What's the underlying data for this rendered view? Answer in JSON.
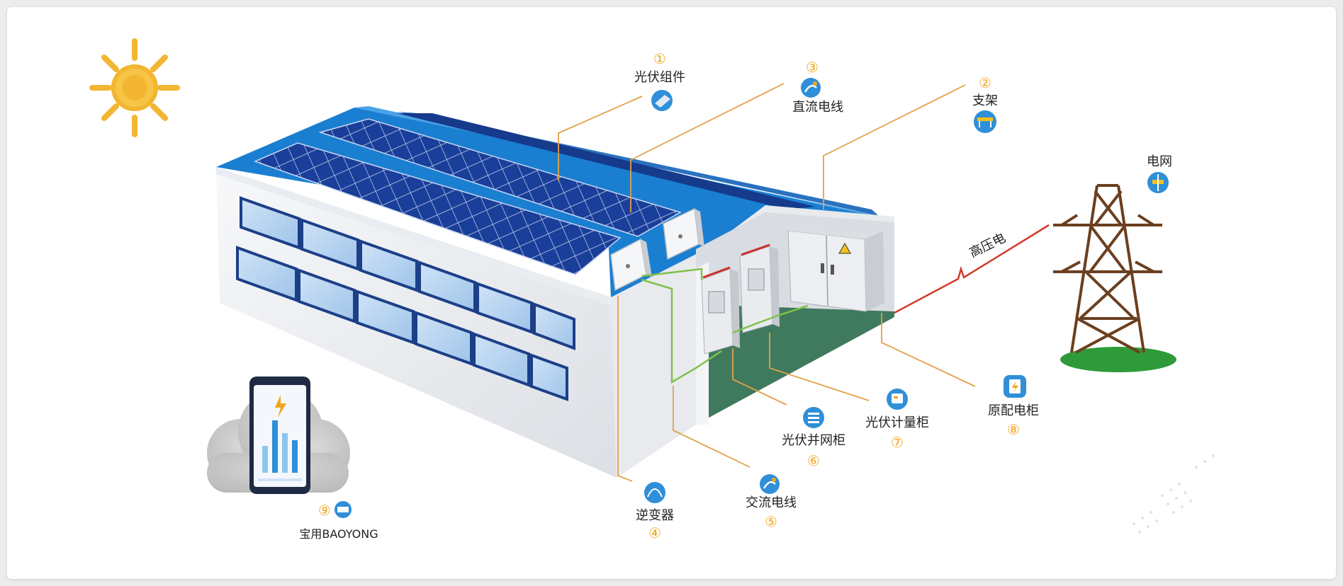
{
  "labels": {
    "pv_modules": "光伏组件",
    "dc_cable": "直流电线",
    "bracket": "支架",
    "grid": "电网",
    "high_voltage": "高压电",
    "inverter": "逆变器",
    "ac_cable": "交流电线",
    "grid_cabinet": "光伏并网柜",
    "metering_cabinet": "光伏计量柜",
    "distribution_cabinet": "原配电柜",
    "brand": "宝用BAOYONG"
  },
  "numbers": {
    "pv_modules": "①",
    "bracket": "②",
    "dc_cable": "③",
    "inverter": "④",
    "ac_cable": "⑤",
    "grid_cabinet": "⑥",
    "metering_cabinet": "⑦",
    "distribution_cabinet": "⑧",
    "brand": "⑨"
  },
  "colors": {
    "accent_orange": "#f2a51c",
    "roof_blue": "#1a7fd1",
    "panel_blue": "#1a3f9a",
    "floor_green": "#3f7a5e",
    "callout_line": "#e3a04a",
    "ac_line": "#7fc04a",
    "hv_line": "#d03a2a",
    "tower_brown": "#6b3f1f",
    "icon_blue": "#2f8fd8"
  }
}
